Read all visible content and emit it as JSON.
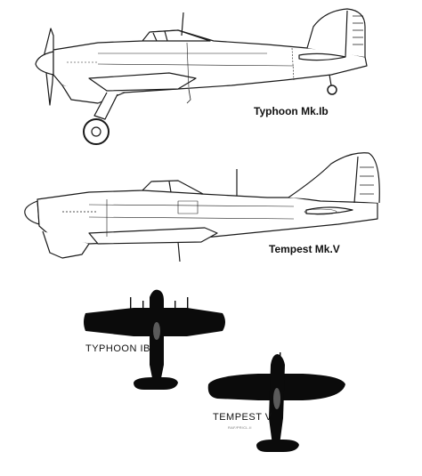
{
  "captions": {
    "typhoon_side": "Typhoon Mk.Ib",
    "tempest_side": "Tempest Mk.V",
    "typhoon_plan": "TYPHOON IB",
    "tempest_plan": "TEMPEST V",
    "plan_credit": "RAF/PR/CL.II"
  },
  "colors": {
    "line": "#1a1a1a",
    "panel": "#cfcfcf",
    "silhouette": "#0b0b0b"
  }
}
